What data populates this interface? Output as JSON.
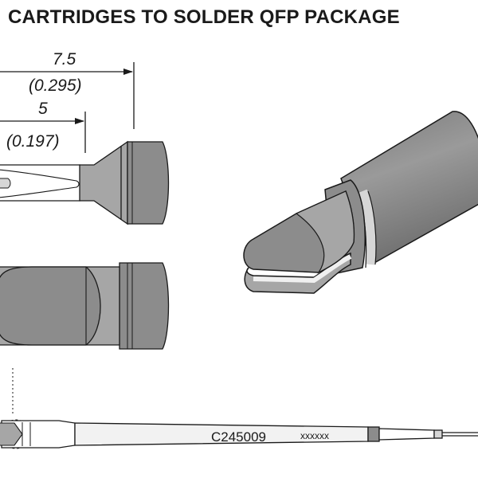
{
  "title": "CARTRIDGES TO SOLDER QFP PACKAGE",
  "dimensions": {
    "overall_mm": "7.5",
    "overall_in": "(0.295)",
    "slot_mm": "5",
    "slot_in": "(0.197)"
  },
  "cartridge": {
    "reference": "C245009",
    "serial": "xxxxxx"
  },
  "colors": {
    "line": "#1a1a1a",
    "metal_dark": "#8c8c8c",
    "metal_mid": "#a6a6a6",
    "metal_light": "#d6d6d6",
    "shaft": "#f2f2f2"
  }
}
